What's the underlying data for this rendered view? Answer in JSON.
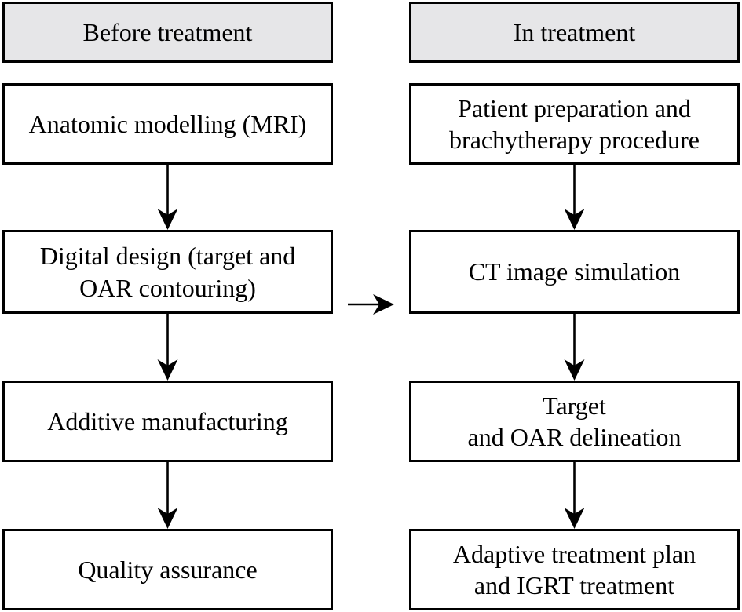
{
  "diagram": {
    "type": "flowchart",
    "colors": {
      "header_fill": "#e6e6e8",
      "box_fill": "#ffffff",
      "border": "#000000",
      "text": "#000000",
      "arrow": "#000000"
    },
    "columns": [
      {
        "header": "Before treatment",
        "steps": [
          "Anatomic modelling (MRI)",
          "Digital design (target and\nOAR contouring)",
          "Additive manufacturing",
          "Quality assurance"
        ]
      },
      {
        "header": "In treatment",
        "steps": [
          "Patient preparation and\nbrachytherapy procedure",
          "CT image simulation",
          "Target\nand OAR delineation",
          "Adaptive treatment plan\nand IGRT treatment"
        ]
      }
    ],
    "cross_connection": {
      "from": "Digital design (target and OAR contouring)",
      "to": "CT image simulation"
    }
  }
}
